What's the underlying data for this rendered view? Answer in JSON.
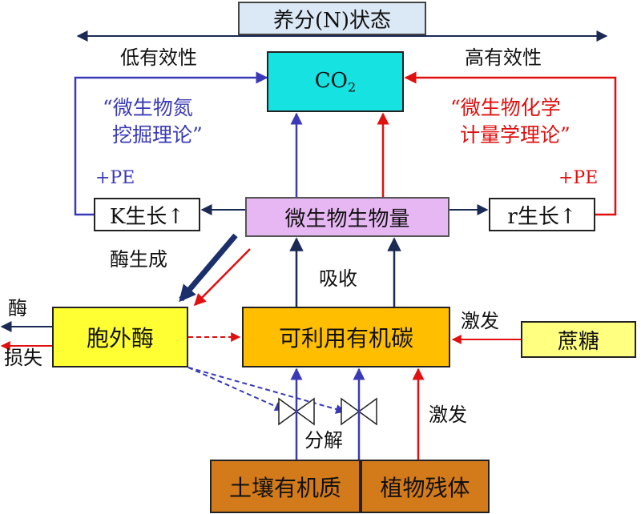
{
  "boxes": {
    "status": "养分(N)状态",
    "co2_main": "CO",
    "co2_sub": "2",
    "biomass": "微生物生物量",
    "k_growth": "K生长↑",
    "r_growth": "r生长↑",
    "enzyme": "胞外酶",
    "carbon": "可利用有机碳",
    "sucrose": "蔗糖",
    "som": "土壤有机质",
    "litter": "植物残体"
  },
  "labels": {
    "low_eff": "低有效性",
    "high_eff": "高有效性",
    "theory_left_1": "“微生物氮",
    "theory_left_2": "挖掘理论”",
    "theory_right_1": "“微生物化学",
    "theory_right_2": "计量学理论”",
    "pe_left": "+PE",
    "pe_right": "+PE",
    "enzyme_prod": "酶生成",
    "uptake": "吸收",
    "enzyme_loss_1": "酶",
    "enzyme_loss_2": "损失",
    "prime_right": "激发",
    "prime_bottom": "激发",
    "decompose": "分解"
  },
  "colors": {
    "blue_arrow": "#3a3ab8",
    "red_arrow": "#e01010",
    "navy_arrow": "#1a2f6b",
    "co2_fill": "#17e2e2",
    "biomass_fill": "#e7b7f3",
    "enzyme_fill": "#ffff33",
    "carbon_fill": "#ffbf00",
    "sucrose_fill": "#ffff80",
    "soil_fill": "#d37a1b",
    "status_fill": "#dbe8f5"
  }
}
